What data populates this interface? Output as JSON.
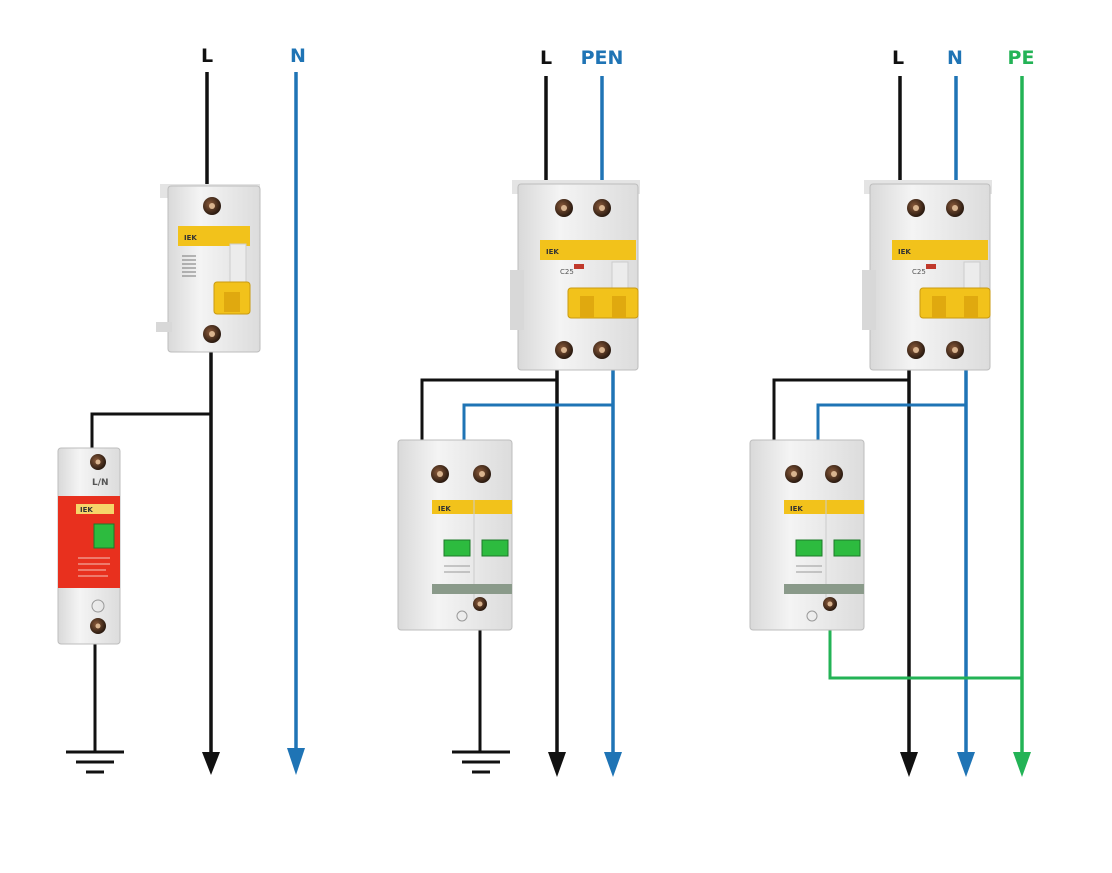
{
  "colors": {
    "phase": "#111111",
    "neutral": "#1f74b5",
    "protective": "#23b356",
    "breaker_body": "#eeeeee",
    "breaker_band": "#f2c21b",
    "spd_red": "#e8301e",
    "spd_band": "#f6d56a",
    "indicator": "#2dbb3f"
  },
  "diagram_1": {
    "labels": {
      "phase": "L",
      "neutral": "N"
    },
    "breaker": {
      "brand": "IEK"
    },
    "spd": {
      "terminal_label": "L/N",
      "brand": "IEK"
    }
  },
  "diagram_2": {
    "labels": {
      "phase": "L",
      "pen": "PEN"
    },
    "breaker": {
      "brand": "IEK",
      "rating": "C25"
    },
    "spd": {
      "brand": "IEK"
    }
  },
  "diagram_3": {
    "labels": {
      "phase": "L",
      "neutral": "N",
      "pe": "PE"
    },
    "breaker": {
      "brand": "IEK",
      "rating": "C25"
    },
    "spd": {
      "brand": "IEK"
    }
  }
}
